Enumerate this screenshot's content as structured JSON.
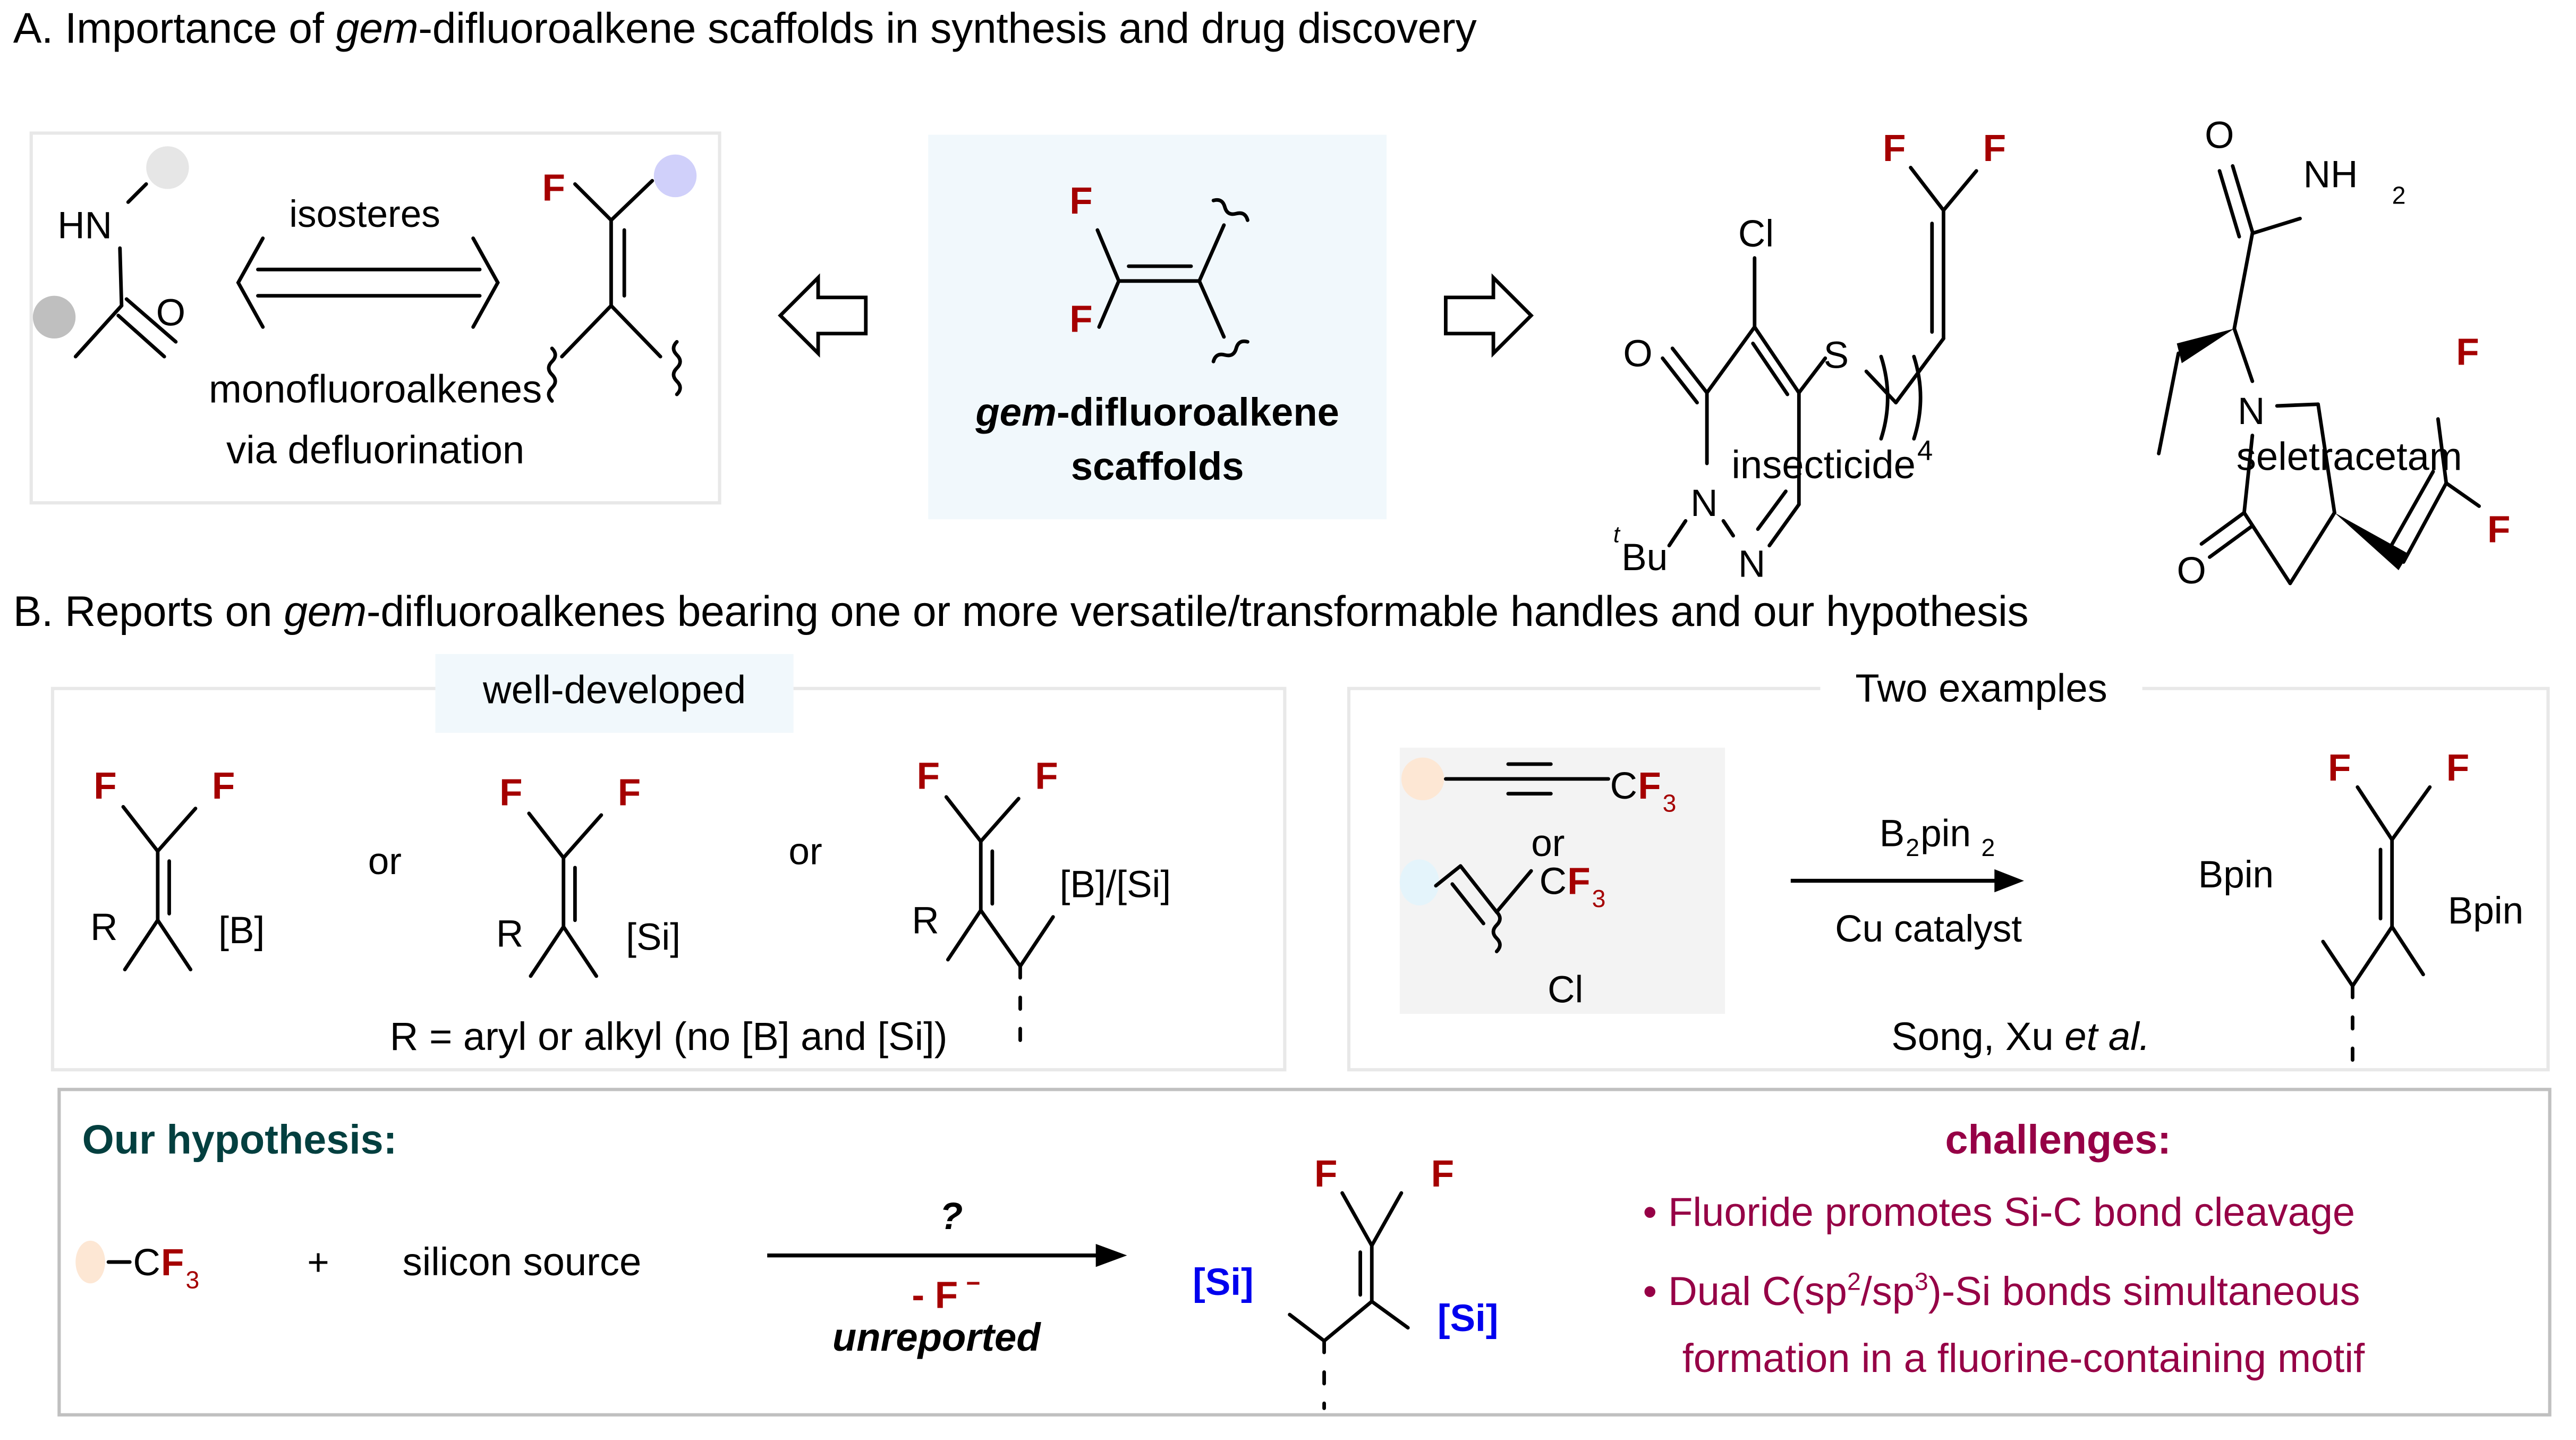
{
  "section_a": {
    "title_prefix": "A. Importance of ",
    "title_italic": "gem",
    "title_suffix": "-difluoroalkene scaffolds in synthesis and drug discovery",
    "left_panel": {
      "amide_labels": {
        "nh": "HN",
        "o": "O"
      },
      "arrow_label": "isosteres",
      "alkene_f": "F",
      "caption_line1": "monofluoroalkenes",
      "caption_line2": "via defluorination"
    },
    "center_panel": {
      "f_top": "F",
      "f_bottom": "F",
      "caption_italic": "gem",
      "caption_rest": "-difluoroalkene",
      "caption_line2": "scaffolds"
    },
    "insecticide": {
      "name": "insecticide",
      "atoms": {
        "cl": "Cl",
        "o": "O",
        "s": "S",
        "n1": "N",
        "n2": "N",
        "tbu_sup": "t",
        "tbu": "Bu",
        "n_sub": "4",
        "f1": "F",
        "f2": "F"
      }
    },
    "seletracetam": {
      "name": "seletracetam",
      "atoms": {
        "o1": "O",
        "nh2": "NH",
        "nh2_sub": "2",
        "n": "N",
        "o2": "O",
        "f1": "F",
        "f2": "F"
      }
    }
  },
  "section_b": {
    "title_prefix": "B. Reports on ",
    "title_italic": "gem",
    "title_suffix": "-difluoroalkenes bearing one or more versatile/transformable handles and our hypothesis",
    "well_developed": {
      "label": "well-developed",
      "or1": "or",
      "or2": "or",
      "s1": {
        "f1": "F",
        "f2": "F",
        "r": "R",
        "g": "[B]"
      },
      "s2": {
        "f1": "F",
        "f2": "F",
        "r": "R",
        "g": "[Si]"
      },
      "s3": {
        "f1": "F",
        "f2": "F",
        "r": "R",
        "g": "[B]/[Si]"
      },
      "footnote": "R = aryl or alkyl (no [B] and [Si])"
    },
    "two_examples": {
      "label": "Two examples",
      "cf3_c": "C",
      "cf3_f": "F",
      "cf3_sub": "3",
      "or": "or",
      "cl": "Cl",
      "reagent_b": "B",
      "reagent_sub1": "2",
      "reagent_pin": "pin",
      "reagent_sub2": "2",
      "catalyst": "Cu catalyst",
      "product": {
        "f1": "F",
        "f2": "F",
        "bpin1": "Bpin",
        "bpin2": "Bpin"
      },
      "citation_prefix": "Song, Xu ",
      "citation_italic": "et al."
    },
    "hypothesis": {
      "title": "Our hypothesis:",
      "cf3_c": "C",
      "cf3_f": "F",
      "cf3_sub": "3",
      "plus": "+",
      "silicon_source": "silicon source",
      "above_arrow": "?",
      "below_arrow_f": "- F",
      "below_arrow_charge": "−",
      "below_arrow_note": "unreported",
      "product": {
        "f1": "F",
        "f2": "F",
        "si1": "[Si]",
        "si2": "[Si]"
      },
      "challenges_title": "challenges:",
      "challenge_1": "Fluoride promotes Si-C bond cleavage",
      "challenge_2_a": "Dual C(sp",
      "challenge_2_sup1": "2",
      "challenge_2_b": "/sp",
      "challenge_2_sup2": "3",
      "challenge_2_c": ")-Si bonds simultaneous",
      "challenge_2_line2": "formation in a fluorine-containing motif",
      "bullet": "•"
    }
  },
  "colors": {
    "fluorine": "#a50000",
    "silicon": "#0000ee",
    "hypothesis_title": "#033f3f",
    "challenges": "#960046",
    "highlight_bg": "#f1f8fc",
    "grey_box_bg": "#f3f3f3",
    "box_border_light": "#e8e8e8",
    "box_border_dark": "#c0c0c0",
    "dot_grey_light": "#e6e6e6",
    "dot_grey_dark": "#bfbfbf",
    "dot_lavender": "#d0d0fa",
    "dot_peach": "#fde7d4",
    "dot_lightblue": "#e4f4fb"
  }
}
